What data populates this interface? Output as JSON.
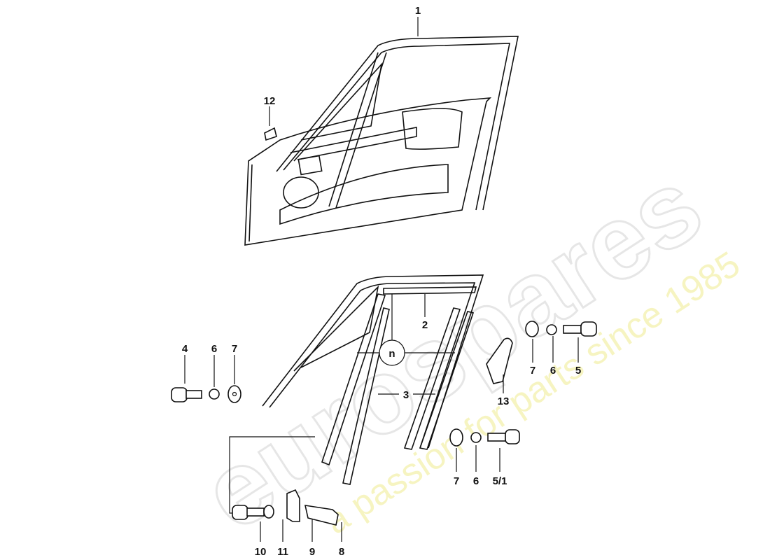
{
  "watermark": {
    "brand": "eurospares",
    "tagline": "a passion for parts since 1985",
    "tagline_color": "#f0eb90"
  },
  "callouts": {
    "c1": "1",
    "c2": "2",
    "c3": "3",
    "c4": "4",
    "c5": "5",
    "c5_1": "5/1",
    "c6a": "6",
    "c6b": "6",
    "c6c": "6",
    "c7a": "7",
    "c7b": "7",
    "c7c": "7",
    "c8": "8",
    "c9": "9",
    "c10": "10",
    "c11": "11",
    "c12": "12",
    "c13": "13",
    "n": "n"
  }
}
